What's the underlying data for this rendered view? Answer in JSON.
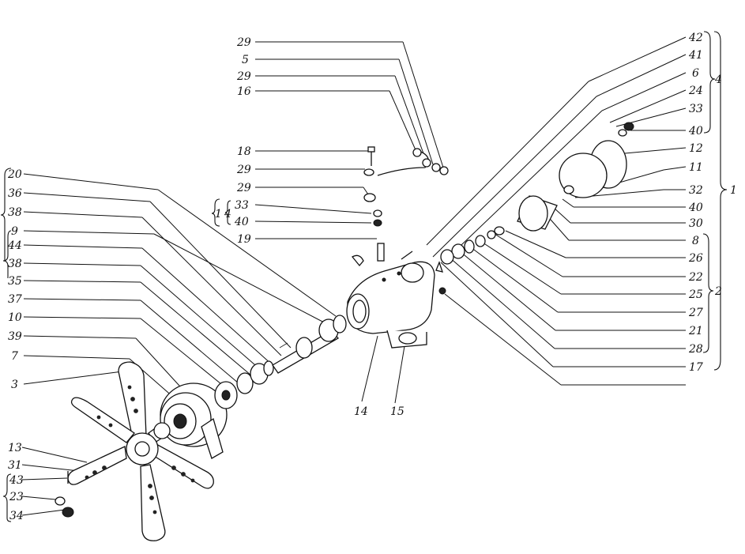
{
  "left_callouts": [
    "29",
    "5",
    "29",
    "16",
    "18",
    "29",
    "29",
    "33",
    "40",
    "19",
    "20",
    "36",
    "38",
    "9",
    "44",
    "38",
    "35",
    "37",
    "10",
    "39",
    "7",
    "3",
    "13",
    "31",
    "43",
    "23",
    "34"
  ],
  "right_callouts": [
    "42",
    "41",
    "6",
    "24",
    "33",
    "40",
    "12",
    "11",
    "32",
    "40",
    "30",
    "8",
    "26",
    "22",
    "25",
    "27",
    "21",
    "28",
    "17"
  ],
  "bottom_callouts": [
    "14",
    "15"
  ],
  "group_labels": {
    "g1_outer": "1",
    "g4_inner": "4",
    "right_top_4": "4",
    "right_main_1": "1",
    "right_sub_2": "2"
  }
}
